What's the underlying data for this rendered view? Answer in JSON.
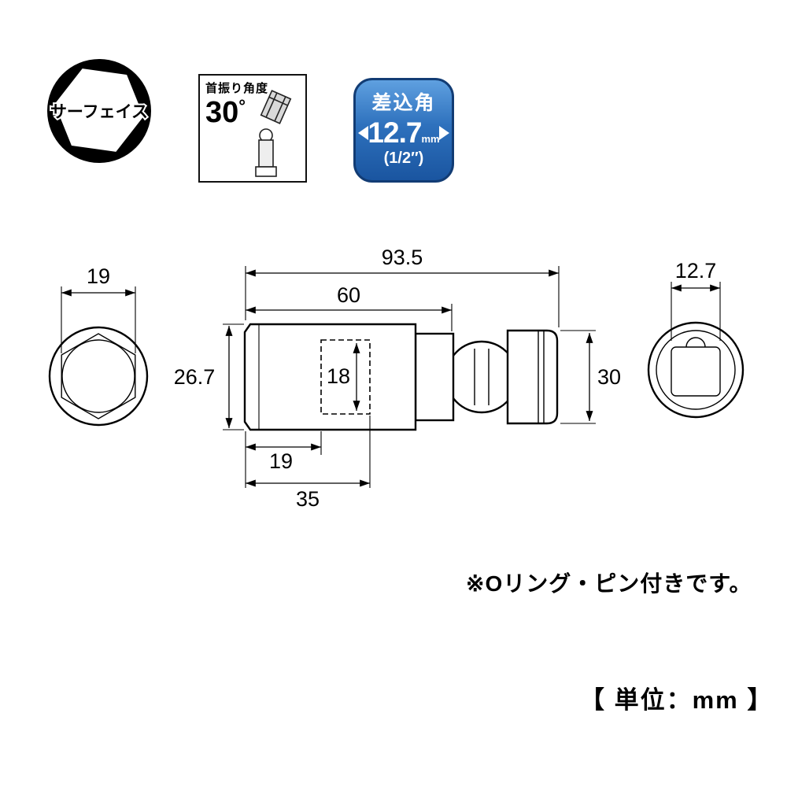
{
  "icons": {
    "surface_label": "サーフェイス"
  },
  "swivel": {
    "title": "首振り角度",
    "angle": "30",
    "deg": "°"
  },
  "drive_badge": {
    "title": "差込角",
    "size": "12.7",
    "unit": "mm",
    "inch": "(1/2″)"
  },
  "dims": {
    "hex_width": "19",
    "total_length": "93.5",
    "body_length": "60",
    "outer_diameter": "26.7",
    "bore_height": "18",
    "hex_depth": "19",
    "step_length": "35",
    "end_diameter": "30",
    "square_size": "12.7"
  },
  "notes": {
    "oring": "※Oリング・ピン付きです。",
    "unit": "【 単位：mm 】"
  },
  "colors": {
    "badge_blue_top": "#5fa0e0",
    "badge_blue": "#2e71bd",
    "badge_border": "#123c74",
    "line": "#000000"
  }
}
